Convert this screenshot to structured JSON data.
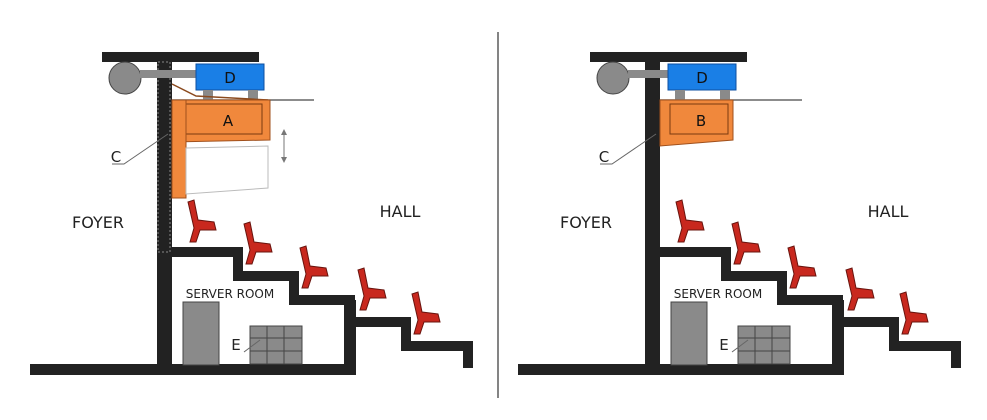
{
  "labels": {
    "foyer": "FOYER",
    "hall": "HALL",
    "server_room": "SERVER ROOM",
    "panel_left": "A",
    "panel_right": "B",
    "box_d": "D",
    "callout_c": "C",
    "callout_e": "E"
  },
  "colors": {
    "structure": "#222222",
    "orange": "#f0883c",
    "blue": "#1a7fe6",
    "gray": "#8a8a8a",
    "gray_dark": "#6e6e6e",
    "seat_red": "#c8281e",
    "outline": "#555555"
  }
}
